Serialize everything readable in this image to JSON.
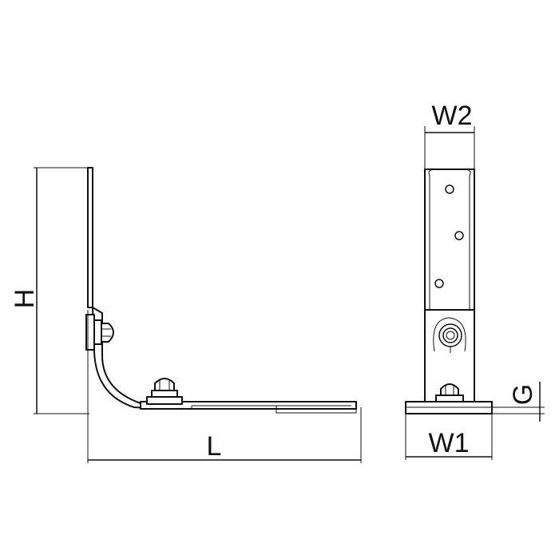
{
  "dimensions": {
    "height": "H",
    "length": "L",
    "width_top": "W2",
    "width_bottom": "W1",
    "gap": "G"
  },
  "colors": {
    "line": "#111111",
    "background": "#ffffff"
  }
}
